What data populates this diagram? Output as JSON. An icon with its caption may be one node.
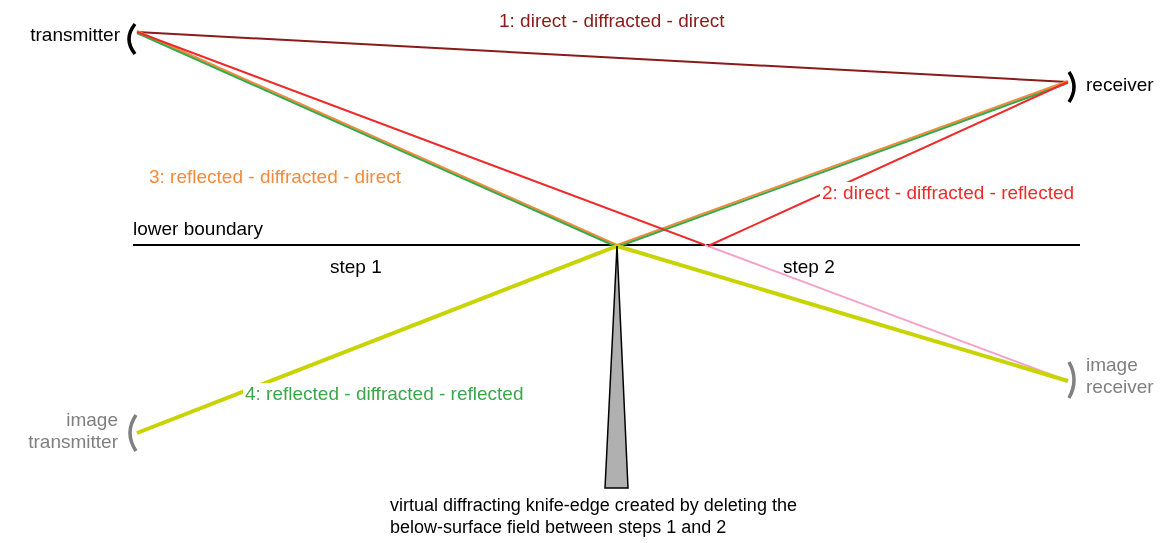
{
  "diagram": {
    "nodes": [
      {
        "text": [
          "transmitter"
        ]
      },
      {
        "text": [
          "receiver"
        ]
      },
      {
        "text": [
          "image transmitter"
        ]
      },
      {
        "text": [
          "image receiver"
        ]
      },
      {
        "text": [
          "virtual diffracting knife-edge created by deleting the below-surface field between steps 1 and 2"
        ]
      }
    ],
    "edges": [
      {
        "from": 0,
        "to": 1,
        "arrow": "none",
        "label": "1: direct - diffracted - direct",
        "color": "#8b1a1a"
      },
      {
        "from": 0,
        "to": 4,
        "arrow": "none",
        "label": "3: reflected - diffracted - direct",
        "color": "#f58a3a"
      },
      {
        "from": 0,
        "to": 4,
        "arrow": "none",
        "color": "#3aa84a"
      },
      {
        "from": 4,
        "to": 1,
        "arrow": "none",
        "color": "#f58a3a"
      },
      {
        "from": 4,
        "to": 1,
        "arrow": "none",
        "color": "#3aa84a"
      },
      {
        "from": 0,
        "to": 3,
        "arrow": "none",
        "color": "#ee2b2b"
      },
      {
        "from": null,
        "to": 1,
        "arrow": "none",
        "label": "2: direct - diffracted - reflected",
        "color": "#ee2b2b"
      },
      {
        "from": 2,
        "to": 4,
        "arrow": "none",
        "label": "4: reflected - diffracted - reflected",
        "color": "#c8d400",
        "style": "thick"
      },
      {
        "from": 4,
        "to": 3,
        "arrow": "none",
        "color": "#c8d400",
        "style": "thick"
      }
    ],
    "labels": [
      "lower boundary",
      "step 1",
      "step 2"
    ]
  }
}
